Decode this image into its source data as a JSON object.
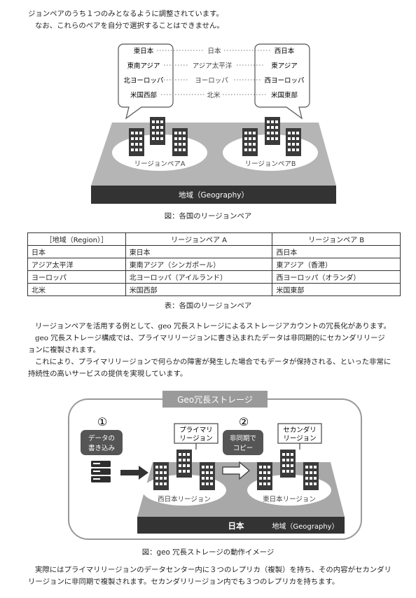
{
  "intro": {
    "line1": "ジョンペアのうち１つのみとなるように調整されています。",
    "line2": "なお、これらのペアを自分で選択することはできません。"
  },
  "fig1": {
    "left_bubble": [
      "東日本",
      "東南アジア",
      "北ヨーロッパ",
      "米国西部"
    ],
    "center_labels": [
      "日本",
      "アジア太平洋",
      "ヨーロッパ",
      "北米"
    ],
    "right_bubble": [
      "西日本",
      "東アジア",
      "西ヨーロッパ",
      "米国東部"
    ],
    "pair_a": "リージョンペアA",
    "pair_b": "リージョンペアB",
    "geography": "地域（Geography）",
    "caption": "図：各国のリージョンペア"
  },
  "table": {
    "headers": [
      "［地域（Region）］",
      "リージョンペア A",
      "リージョンペア B"
    ],
    "rows": [
      [
        "日本",
        "東日本",
        "西日本"
      ],
      [
        "アジア太平洋",
        "東南アジア（シンガポール）",
        "東アジア（香港）"
      ],
      [
        "ヨーロッパ",
        "北ヨーロッパ（アイルランド）",
        "西ヨーロッパ（オランダ）"
      ],
      [
        "北米",
        "米国西部",
        "米国東部"
      ]
    ],
    "caption": "表：各国のリージョンペア"
  },
  "body": {
    "p1": "リージョンペアを活用する例として、geo 冗長ストレージによるストレージアカウントの冗長化があります。",
    "p2": "geo 冗長ストレージ構成では、プライマリリージョンに書き込まれたデータは非同期的にセカンダリリージョンに複製されます。",
    "p3": "これにより、プライマリリージョンで何らかの障害が発生した場合でもデータが保持される、といった非常に持続性の高いサービスの提供を実現しています。"
  },
  "fig2": {
    "title": "Geo冗長ストレージ",
    "step1": "①",
    "step2": "②",
    "write_label_1": "データの",
    "write_label_2": "書き込み",
    "primary_1": "プライマリ",
    "primary_2": "リージョン",
    "async_1": "非同期で",
    "async_2": "コピー",
    "secondary_1": "セカンダリ",
    "secondary_2": "リージョン",
    "west": "西日本リージョン",
    "east": "東日本リージョン",
    "country": "日本",
    "geography": "地域（Geography）",
    "caption": "図：geo 冗長ストレージの動作イメージ"
  },
  "footer": {
    "p4": "実際にはプライマリリージョンのデータセンター内に３つのレプリカ（複製）を持ち、その内容がセカンダリリージョンに非同期で複製されます。セカンダリリージョン内でも３つのレプリカを持ちます。"
  }
}
